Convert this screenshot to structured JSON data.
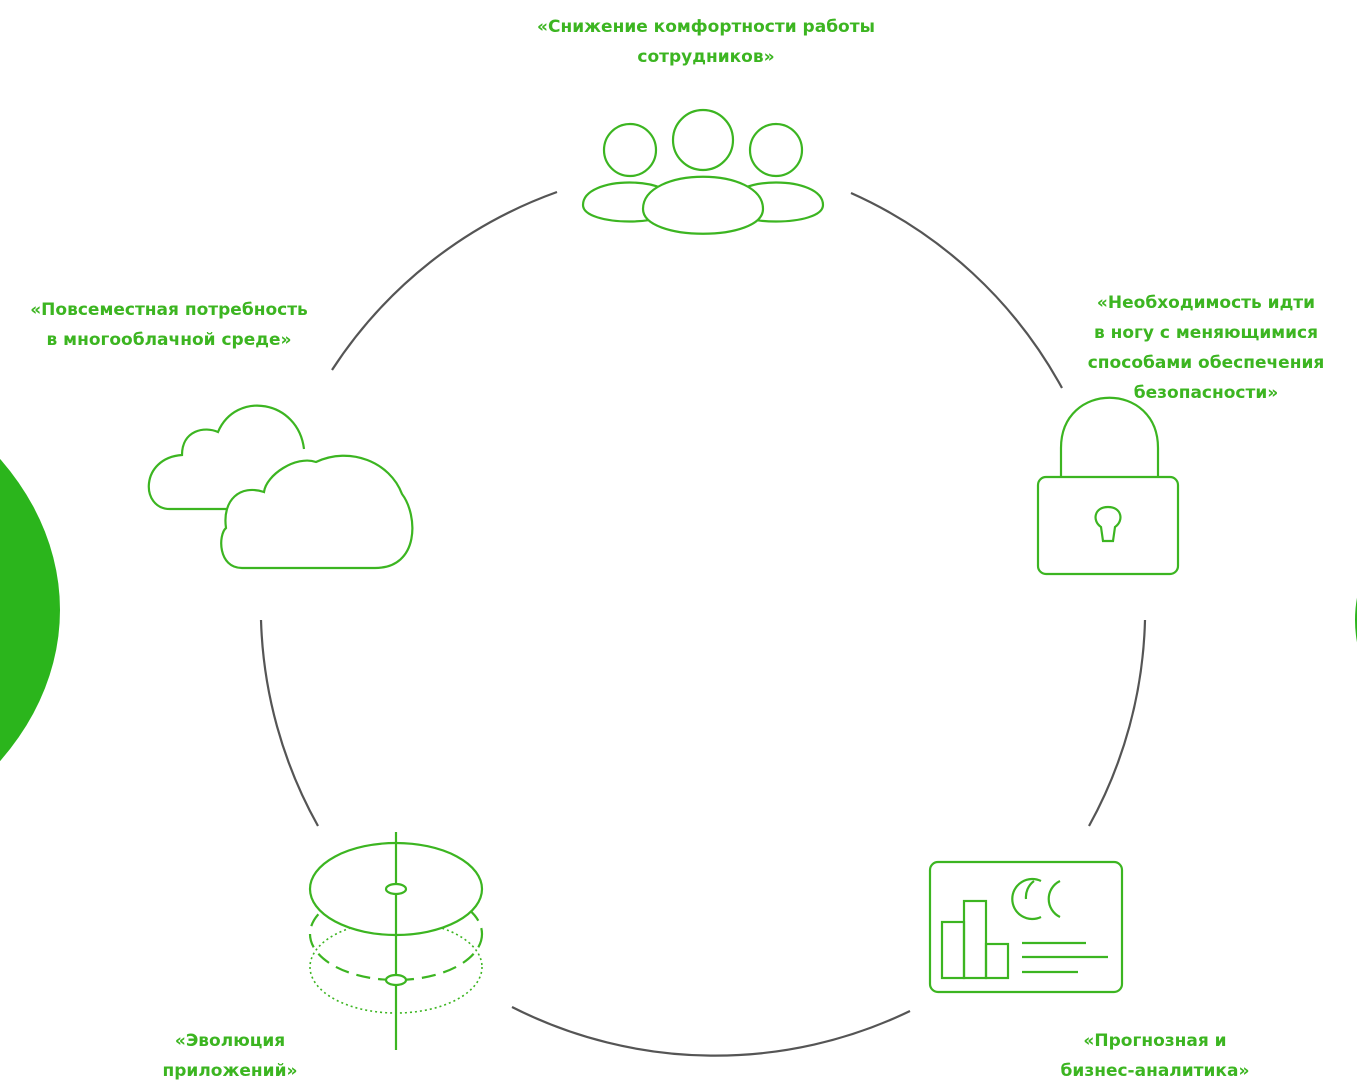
{
  "colors": {
    "accent": "#3cb521",
    "icon_stroke": "#3cb521",
    "ring": "#555555",
    "blob": "#2bb51c"
  },
  "labels": {
    "top": [
      "«Снижение комфортности работы",
      "сотрудников»"
    ],
    "left": [
      "«Повсеместная потребность",
      "в многооблачной среде»"
    ],
    "right": [
      "«Необходимость идти",
      "в ногу с меняющимися",
      "способами обеспечения",
      "безопасности»"
    ],
    "bottom_left": [
      "«Эволюция",
      "приложений»"
    ],
    "bottom_right": [
      "«Прогнозная и",
      "бизнес-аналитика»"
    ]
  },
  "icons": {
    "top": "people-group-icon",
    "left": "clouds-icon",
    "right": "padlock-icon",
    "bottom_left": "layered-disks-icon",
    "bottom_right": "analytics-dashboard-icon"
  }
}
